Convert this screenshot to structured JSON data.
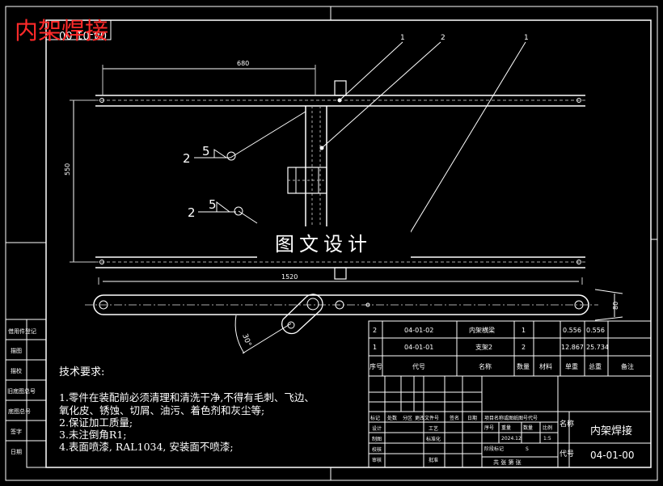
{
  "title_overlay": "内架焊接",
  "drawing_code_rotated": "04-01-00",
  "dimensions": {
    "length_top": "680",
    "height_left": "550",
    "length_bottom": "1520",
    "height_right": "80",
    "angle": "30°"
  },
  "balloons": [
    "1",
    "2",
    "1"
  ],
  "weld_symbols": [
    {
      "count": "2",
      "size": "5"
    },
    {
      "count": "2",
      "size": "5"
    }
  ],
  "watermark": "图文设计",
  "notes": {
    "heading": "技术要求:",
    "lines": [
      "1.零件在装配前必须清理和清洗干净,不得有毛刺、飞边、",
      "氧化皮、锈蚀、切屑、油污、着色剂和灰尘等;",
      "2.保证加工质量;",
      "3.未注倒角R1;",
      "4.表面喷漆, RAL1034, 安装面不喷漆;"
    ]
  },
  "left_strip": [
    "借用件登记",
    "描图",
    "描校",
    "旧底图总号",
    "底图总号",
    "签字",
    "日期"
  ],
  "bom": {
    "rows": [
      {
        "no": "2",
        "code": "04-01-02",
        "name": "内架横梁",
        "qty": "1",
        "material": "",
        "unit_weight": "0.556",
        "total_weight": "0.556",
        "remark": ""
      },
      {
        "no": "1",
        "code": "04-01-01",
        "name": "支架2",
        "qty": "2",
        "material": "",
        "unit_weight": "12.867",
        "total_weight": "25.734",
        "remark": ""
      }
    ],
    "headers": [
      "序号",
      "代号",
      "名称",
      "数量",
      "材料",
      "单重",
      "总重",
      "备注"
    ]
  },
  "title_block": {
    "rev_headers": [
      "标记",
      "处数",
      "分区",
      "更改文件号",
      "签名",
      "日期"
    ],
    "sign_rows": [
      "设计",
      "制图",
      "校核",
      "审核"
    ],
    "mid_labels": [
      "工艺",
      "标准化",
      "批准"
    ],
    "project_label": "项目名称或图纸图号代号",
    "stage_label": "阶段标记",
    "weight_label": "重量",
    "scale_label": "比例",
    "count_label": "数量",
    "order_label": "序号",
    "date_value": "2024.12",
    "scale_value": "1:5",
    "stage_value": "S",
    "sheet_text": "共   张        第   张",
    "name_label": "名称",
    "code_label": "代号",
    "part_name": "内架焊接",
    "part_code": "04-01-00"
  }
}
